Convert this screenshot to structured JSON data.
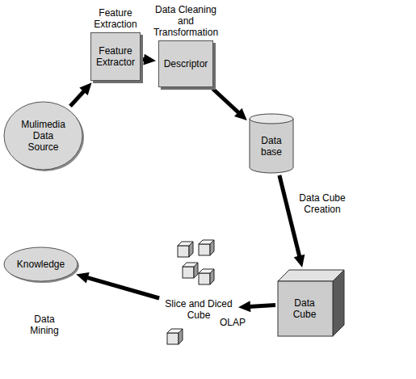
{
  "diagram": {
    "nodes": [
      {
        "text": [
          "Mulimedia Data Source"
        ]
      },
      {
        "text": [
          "Feature Extraction",
          "Feature Extractor"
        ]
      },
      {
        "text": [
          "Data Cleaning and Transformation",
          "Descriptor"
        ]
      },
      {
        "text": [
          "Data base"
        ]
      },
      {
        "text": [
          "Data Cube"
        ]
      },
      {
        "text": [
          "Slice and Diced Cube"
        ]
      },
      {
        "text": [
          "Knowledge"
        ]
      }
    ],
    "edges": [
      {
        "from": 0,
        "to": 1,
        "arrow": "to"
      },
      {
        "from": 1,
        "to": 2,
        "arrow": "to"
      },
      {
        "from": 2,
        "to": 3,
        "arrow": "to"
      },
      {
        "from": 3,
        "to": 4,
        "label": "Data Cube Creation",
        "arrow": "to"
      },
      {
        "from": 4,
        "to": 5,
        "label": "OLAP",
        "arrow": "to"
      },
      {
        "from": 5,
        "to": 6,
        "label": "Data Mining",
        "arrow": "to"
      }
    ]
  }
}
